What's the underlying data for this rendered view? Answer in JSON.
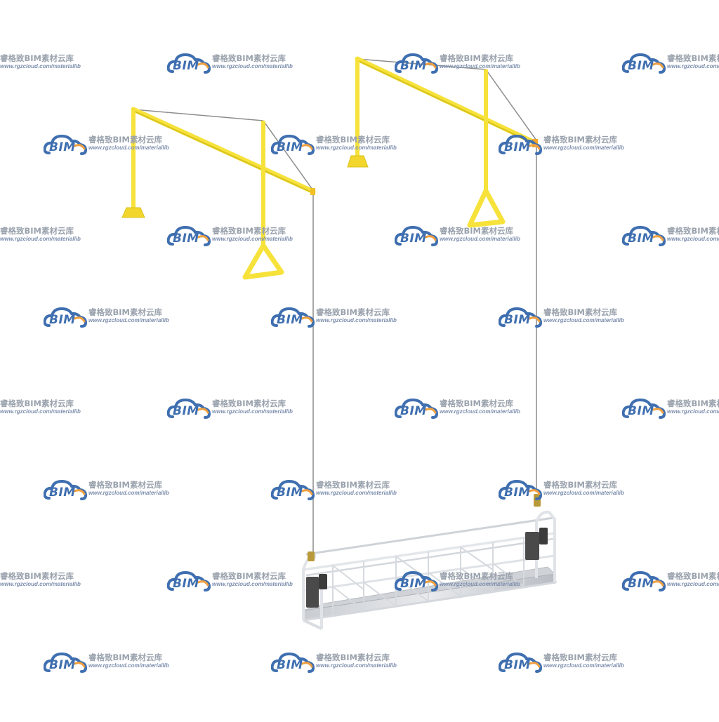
{
  "watermark": {
    "brand": "BIM",
    "cn_text": "睿格致BIM素材云库",
    "url": "www.rgzcloud.com/materiallib"
  },
  "colors": {
    "frame_yellow": "#f6e23a",
    "frame_shadow": "#d8c21d",
    "cable_gray": "#9a9a9a",
    "platform_silver": "#d9dde2",
    "motor_dark": "#4a4a4a",
    "watermark_blue": "#3f6fb0",
    "watermark_orange": "#f0a040"
  }
}
